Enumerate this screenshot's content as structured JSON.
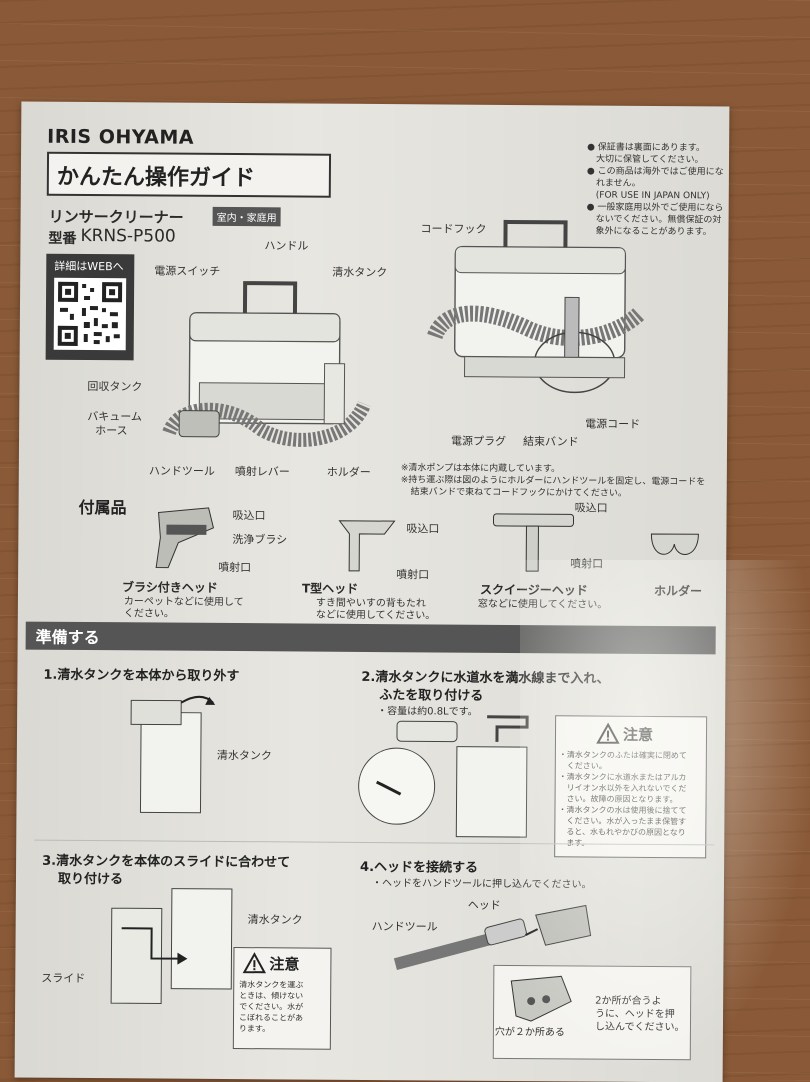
{
  "header": {
    "brand": "IRIS OHYAMA",
    "title": "かんたん操作ガイド",
    "product_name": "リンサークリーナー",
    "product_tag": "室内・家庭用",
    "model_label": "型番",
    "model_number": "KRNS-P500",
    "qr_label": "詳細はWEBへ"
  },
  "notes": [
    "● 保証書は裏面にあります。",
    "　大切に保管してください。",
    "● この商品は海外ではご使用にな",
    "　れません。",
    "　(FOR USE IN JAPAN ONLY)",
    "● 一般家庭用以外でご使用になら",
    "　ないでください。無償保証の対",
    "　象外になることがあります。"
  ],
  "parts": {
    "handle": "ハンドル",
    "power_switch": "電源スイッチ",
    "water_tank": "清水タンク",
    "recovery_tank": "回収タンク",
    "vacuum_hose": "バキューム",
    "vacuum_hose2": "ホース",
    "hand_tool": "ハンドツール",
    "spray_lever": "噴射レバー",
    "holder": "ホルダー",
    "cord_hook": "コードフック",
    "power_cord": "電源コード",
    "plug": "電源プラグ",
    "band": "結束バンド",
    "pump_note1": "※清水ポンプは本体に内蔵しています。",
    "pump_note2": "※持ち運ぶ際は図のようにホルダーにハンドツールを固定し、電源コードを",
    "pump_note3": "結束バンドで束ねてコードフックにかけてください。"
  },
  "accessories": {
    "title": "付属品",
    "intake": "吸込口",
    "brush_label": "洗浄ブラシ",
    "spray": "噴射口",
    "brush_head": "ブラシ付きヘッド",
    "brush_desc1": "カーペットなどに使用して",
    "brush_desc2": "ください。",
    "t_head": "T型ヘッド",
    "t_desc1": "すき間やいすの背もたれ",
    "t_desc2": "などに使用してください。",
    "squeegee": "スクイージーヘッド",
    "squeegee_desc": "窓などに使用してください。",
    "holder": "ホルダー"
  },
  "prep": {
    "title": "準備する",
    "step1": "1.清水タンクを本体から取り外す",
    "step1_label": "清水タンク",
    "step2a": "2.清水タンクに水道水を満水線まで入れ、",
    "step2b": "ふたを取り付ける",
    "step2_cap": "・容量は約0.8Lです。",
    "caution": "注意",
    "caution_lines": [
      "・清水タンクのふたは確実に閉めて",
      "　ください。",
      "・清水タンクに水道水またはアルカ",
      "　リイオン水以外を入れないでくだ",
      "　さい。故障の原因となります。",
      "・清水タンクの水は使用後に捨てて",
      "　ください。水が入ったまま保管す",
      "　ると、水もれやかびの原因となり",
      "　ます。"
    ],
    "step3a": "3.清水タンクを本体のスライドに合わせて",
    "step3b": "取り付ける",
    "slide": "スライド",
    "step3_label": "清水タンク",
    "caution2": "注意",
    "caution2_lines": [
      "清水タンクを運ぶ",
      "ときは、傾けない",
      "でください。水が",
      "こぼれることがあ",
      "ります。"
    ],
    "step4": "4.ヘッドを接続する",
    "step4_sub": "・ヘッドをハンドツールに押し込んでください。",
    "head": "ヘッド",
    "hand_tool": "ハンドツール",
    "holes": "穴が２か所ある",
    "fit1": "2か所が合うよ",
    "fit2": "うに、ヘッドを押",
    "fit3": "し込んでください。"
  }
}
